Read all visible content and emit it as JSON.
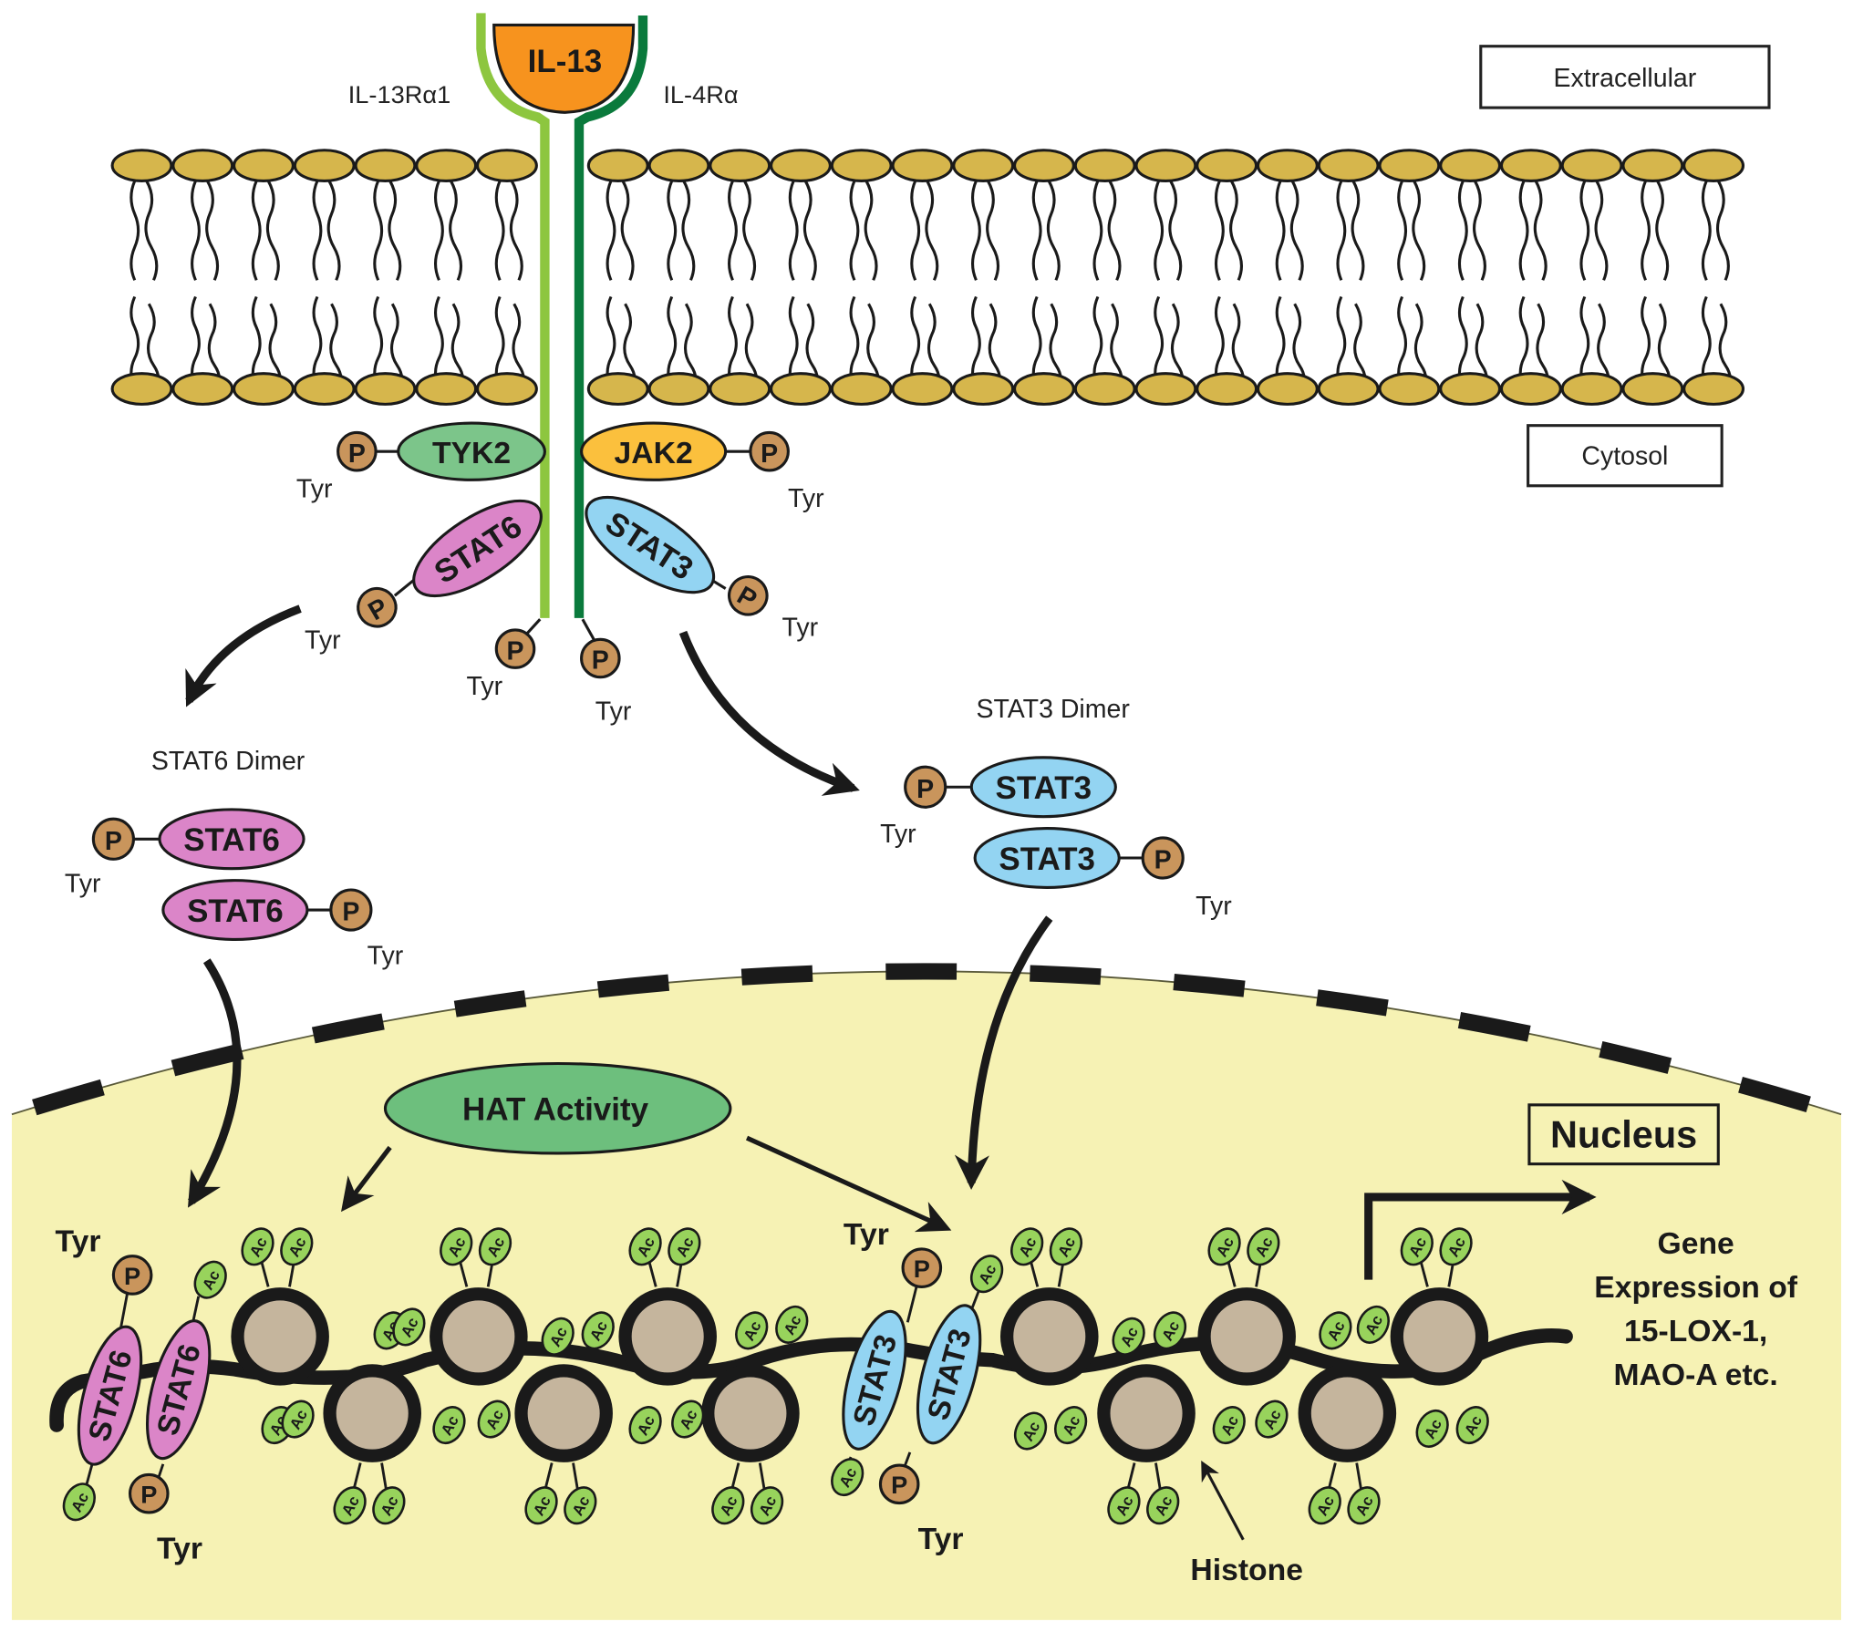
{
  "labels": {
    "ligand": "IL-13",
    "receptor_left": "IL-13Rα1",
    "receptor_right": "IL-4Rα",
    "extracellular": "Extracellular",
    "cytosol": "Cytosol",
    "tyk2": "TYK2",
    "jak2": "JAK2",
    "stat6": "STAT6",
    "stat3": "STAT3",
    "phospho": "P",
    "tyr": "Tyr",
    "acetyl": "Ac",
    "stat6_dimer": "STAT6 Dimer",
    "stat3_dimer": "STAT3 Dimer",
    "hat": "HAT Activity",
    "nucleus": "Nucleus",
    "histone": "Histone",
    "gene_expression": [
      "Gene",
      "Expression of",
      "15-LOX-1,",
      "MAO-A etc."
    ]
  },
  "colors": {
    "lipid_head": "#d6b64c",
    "nucleus_fill": "#f6f2b4",
    "ligand": "#f7931e",
    "receptor_left": "#8dc63f",
    "receptor_right": "#0a7a3c",
    "tyk2": "#7cc58a",
    "jak2": "#fbc03d",
    "stat6": "#db85c8",
    "stat3": "#93d4f2",
    "phospho": "#c9955c",
    "acetyl": "#98d35c",
    "hat": "#6dbf7d",
    "histone_core": "#c5b59d"
  }
}
